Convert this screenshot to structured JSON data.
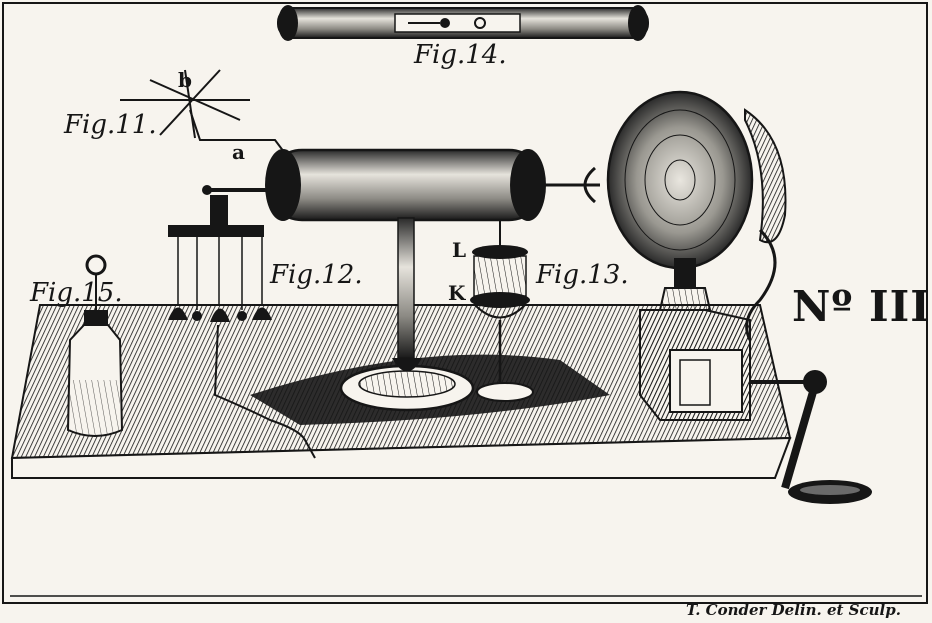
{
  "labels": {
    "fig11": "Fig.11.",
    "fig12": "Fig.12.",
    "fig13": "Fig.13.",
    "fig14": "Fig.14.",
    "fig15": "Fig.15.",
    "letter_a": "a",
    "letter_b": "b",
    "letter_L": "L",
    "letter_K": "K",
    "plate": "Nº III.",
    "credit": "T. Conder Delin. et Sculp."
  },
  "colors": {
    "ink": "#161616",
    "paper": "#f7f4ee",
    "shade": "#3a3a3a"
  }
}
